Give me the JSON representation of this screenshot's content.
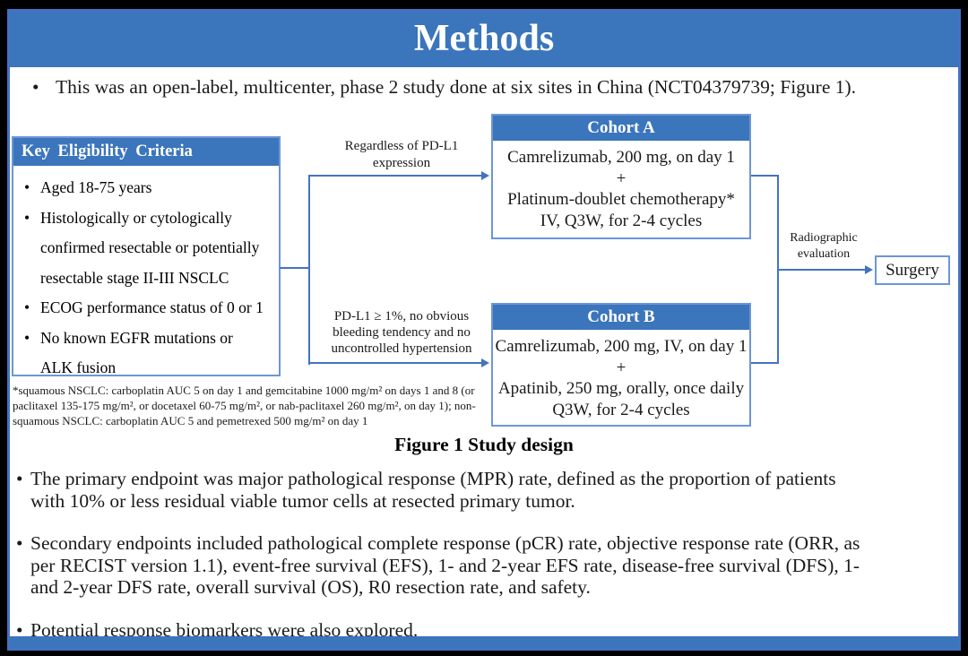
{
  "title": "Methods",
  "intro": {
    "text": "This was an open-label, multicenter, phase 2 study done at six sites in China (NCT04379739; Figure 1)."
  },
  "eligibility": {
    "header": "Key Eligibility Criteria",
    "items": [
      {
        "lines": [
          "Aged 18-75 years"
        ]
      },
      {
        "lines": [
          "Histologically or cytologically",
          "confirmed resectable or potentially",
          "resectable stage II-III NSCLC"
        ]
      },
      {
        "lines": [
          "ECOG performance status of 0 or 1"
        ]
      },
      {
        "lines": [
          "No known EGFR mutations or",
          "ALK fusion"
        ]
      }
    ]
  },
  "footnote": {
    "lines": [
      "*squamous NSCLC: carboplatin AUC 5 on day 1 and gemcitabine 1000 mg/m² on days 1 and 8 (or",
      "paclitaxel 135-175 mg/m², or docetaxel 60-75 mg/m², or nab-paclitaxel 260 mg/m², on day 1); non-",
      "squamous NSCLC: carboplatin AUC 5 and pemetrexed 500 mg/m² on day 1"
    ]
  },
  "arrows": {
    "cohort_a_label": "Regardless of PD-L1 expression",
    "cohort_b_label": "PD-L1 ≥ 1%, no obvious bleeding tendency and no uncontrolled hypertension",
    "surgery_label": "Radiographic evaluation"
  },
  "cohort_a": {
    "header": "Cohort A",
    "lines": [
      "Camrelizumab, 200 mg, on day 1",
      "+",
      "Platinum-doublet chemotherapy*",
      "IV, Q3W, for 2-4 cycles"
    ]
  },
  "cohort_b": {
    "header": "Cohort B",
    "lines": [
      "Camrelizumab, 200 mg, IV, on day 1",
      "+",
      "Apatinib, 250 mg, orally, once daily",
      "Q3W, for 2-4 cycles"
    ]
  },
  "surgery": {
    "label": "Surgery"
  },
  "figure_caption": "Figure 1 Study design",
  "endpoints": [
    {
      "lines": [
        "The primary endpoint was major pathological response (MPR) rate, defined as the proportion of patients",
        "with 10% or less residual viable tumor cells at resected primary tumor."
      ]
    },
    {
      "lines": [
        "Secondary endpoints included pathological complete response (pCR) rate, objective response rate (ORR, as",
        "per RECIST version 1.1), event-free survival (EFS), 1- and 2-year EFS rate, disease-free survival (DFS), 1-",
        "and 2-year DFS rate, overall survival (OS), R0 resection rate, and safety."
      ]
    },
    {
      "lines": [
        "Potential response biomarkers were also explored."
      ]
    }
  ],
  "colors": {
    "accent_blue": "#3B75BC",
    "connector_blue": "#4472C4",
    "box_border_blue": "#6D96D6"
  }
}
